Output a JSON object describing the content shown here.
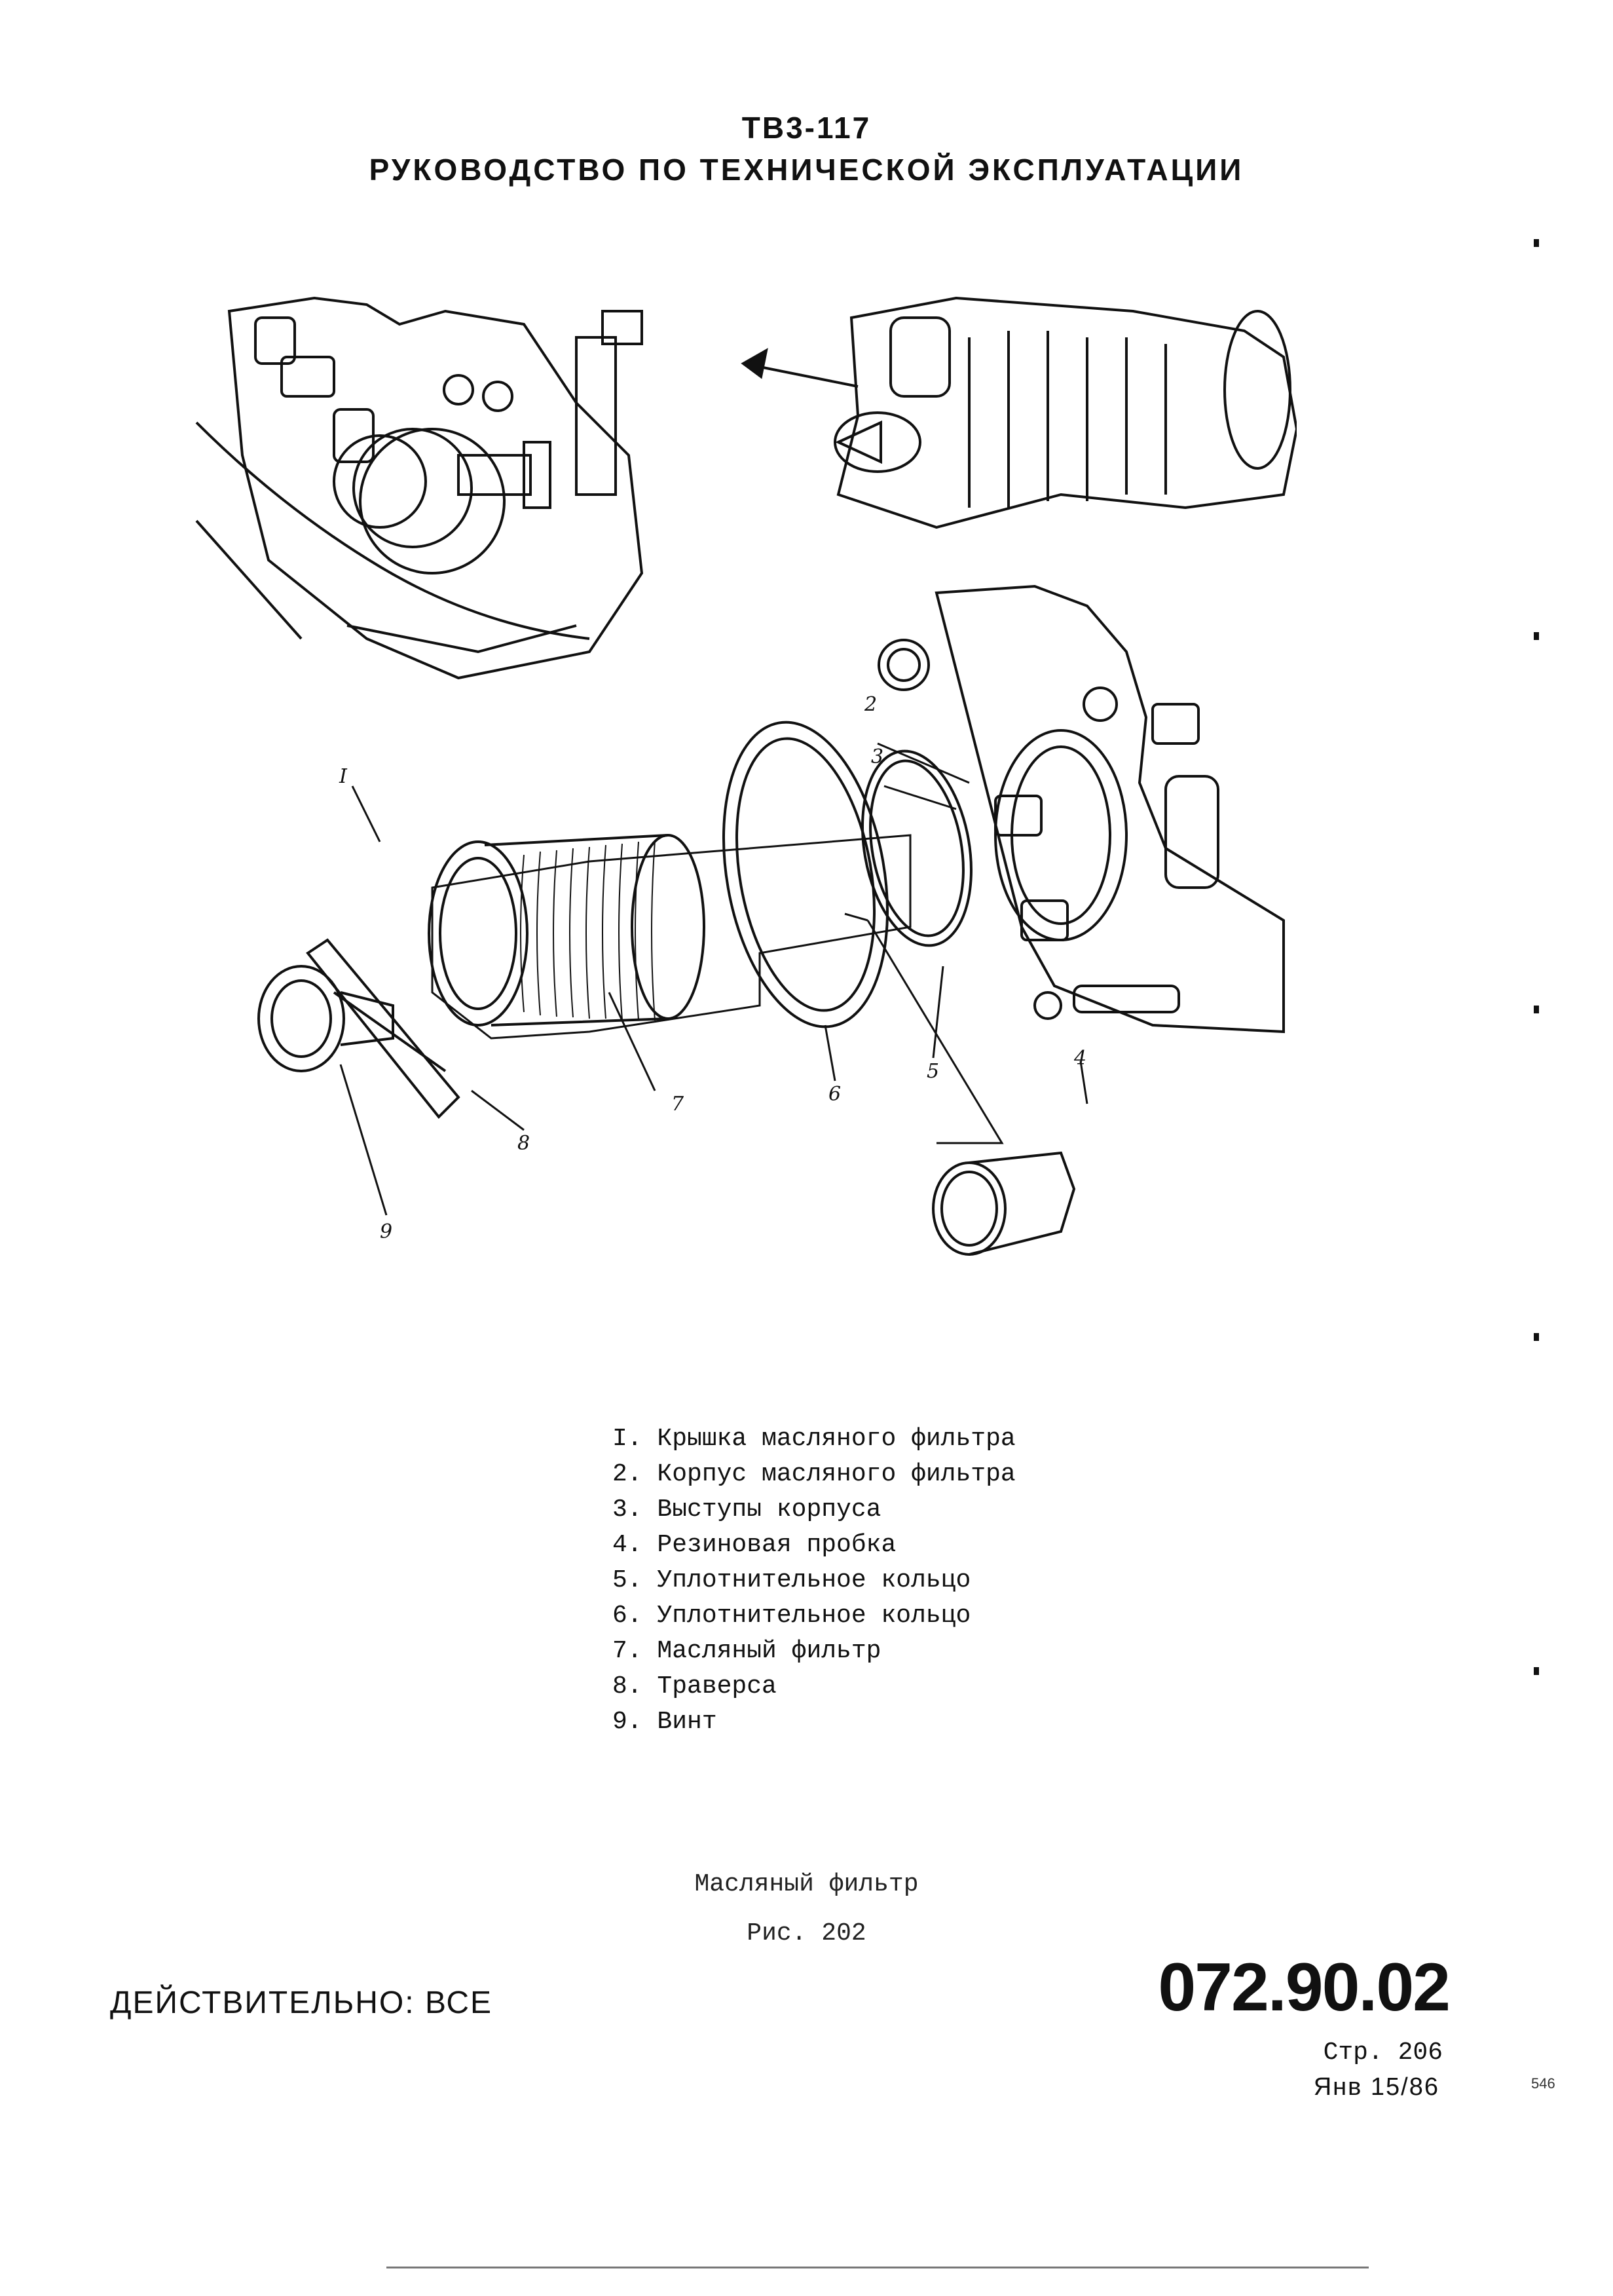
{
  "header": {
    "model": "ТВ3-117",
    "title": "РУКОВОДСТВО ПО ТЕХНИЧЕСКОЙ ЭКСПЛУАТАЦИИ"
  },
  "figure": {
    "callouts": [
      "I",
      "2",
      "3",
      "4",
      "5",
      "6",
      "7",
      "8",
      "9"
    ]
  },
  "legend": [
    "I. Крышка масляного фильтра",
    "2. Корпус масляного фильтра",
    "3. Выступы корпуса",
    "4. Резиновая пробка",
    "5. Уплотнительное кольцо",
    "6. Уплотнительное кольцо",
    "7. Масляный фильтр",
    "8. Траверса",
    "9. Винт"
  ],
  "caption": {
    "name": "Масляный фильтр",
    "figure": "Рис. 202"
  },
  "footer": {
    "validity": "ДЕЙСТВИТЕЛЬНО: ВСЕ",
    "doc_number": "072.90.02",
    "page": "Стр. 206",
    "date": "Янв 15/86",
    "stamp": "546"
  }
}
